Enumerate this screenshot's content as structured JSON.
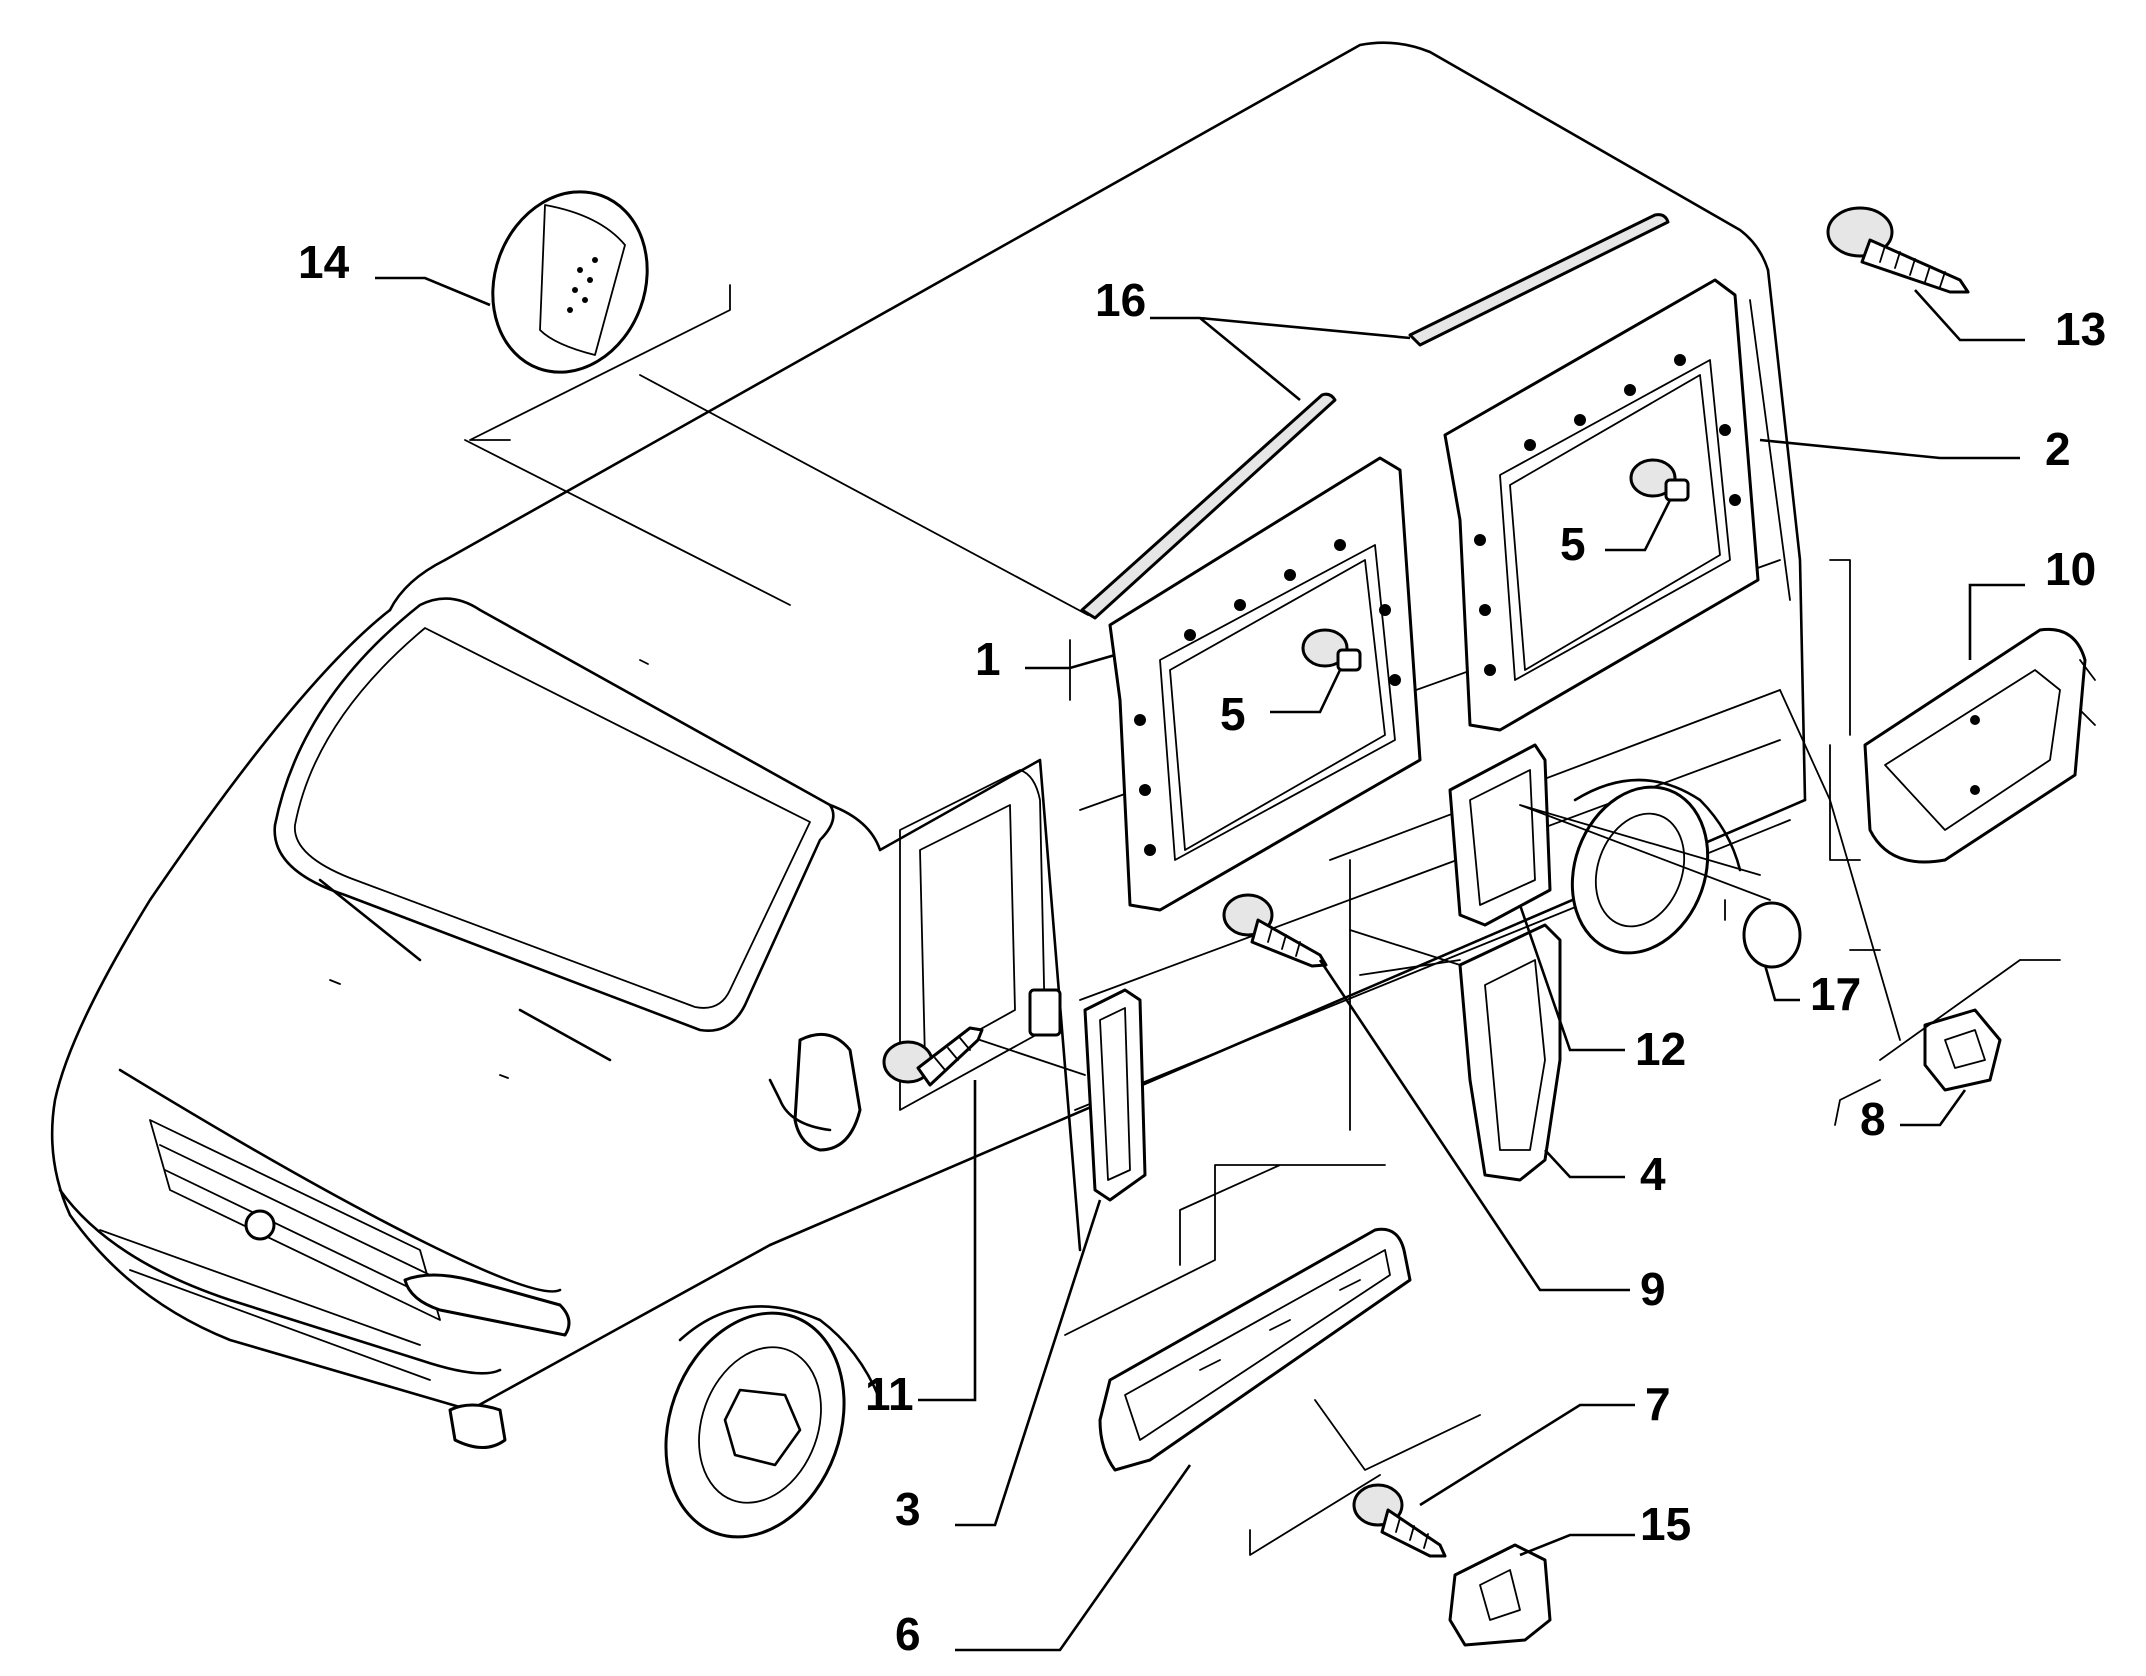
{
  "callouts": [
    {
      "id": "1",
      "label": "1"
    },
    {
      "id": "2",
      "label": "2"
    },
    {
      "id": "3",
      "label": "3"
    },
    {
      "id": "4",
      "label": "4"
    },
    {
      "id": "5a",
      "label": "5"
    },
    {
      "id": "5b",
      "label": "5"
    },
    {
      "id": "6",
      "label": "6"
    },
    {
      "id": "7",
      "label": "7"
    },
    {
      "id": "8",
      "label": "8"
    },
    {
      "id": "9",
      "label": "9"
    },
    {
      "id": "10",
      "label": "10"
    },
    {
      "id": "11",
      "label": "11"
    },
    {
      "id": "12",
      "label": "12"
    },
    {
      "id": "13",
      "label": "13"
    },
    {
      "id": "14",
      "label": "14"
    },
    {
      "id": "15",
      "label": "15"
    },
    {
      "id": "16",
      "label": "16"
    },
    {
      "id": "17",
      "label": "17"
    }
  ],
  "colors": {
    "ink": "#000000",
    "paper": "#ffffff"
  }
}
